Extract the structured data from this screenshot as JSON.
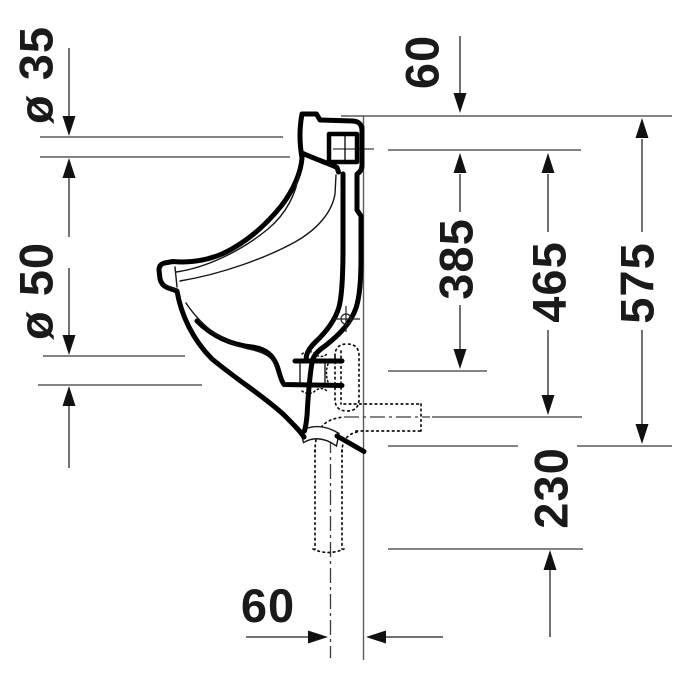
{
  "drawing": {
    "title": "Wall-mounted urinal — side elevation technical drawing",
    "background": "#ffffff",
    "colors": {
      "outline": "#000000",
      "dimension_lines": "#5a5a5a",
      "label_text": "#1a1a1a"
    },
    "dimensions": {
      "inlet_diameter": "ø 35",
      "outlet_diameter": "ø 50",
      "top_clearance": "60",
      "inlet_height": "385",
      "outlet_height": "465",
      "overall_height": "575",
      "outlet_drop": "230",
      "pipe_wall_offset": "60"
    }
  }
}
